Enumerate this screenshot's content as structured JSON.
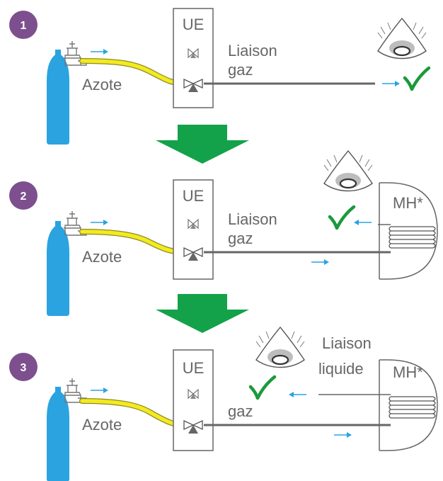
{
  "colors": {
    "badge": "#7d4f8f",
    "cylinder": "#2aa3e0",
    "hose": "#f4ea1e",
    "hose_edge": "#8a8a2a",
    "pipe": "#666666",
    "down_arrow": "#13a24a",
    "check": "#1a9a3c",
    "flow_arrow": "#2aa3e0",
    "text": "#666666"
  },
  "icons": [
    "gas-cylinder-icon",
    "regulator-icon",
    "valve-icon",
    "detector-icon",
    "checkmark-icon",
    "arrow-down-icon",
    "flow-arrow-icon",
    "coil-icon"
  ],
  "steps": [
    {
      "number": "1",
      "unit": "UE",
      "source": "Azote",
      "link1": "Liaison",
      "link2": "gaz"
    },
    {
      "number": "2",
      "unit": "UE",
      "source": "Azote",
      "link1": "Liaison",
      "link2": "gaz",
      "module": "MH*"
    },
    {
      "number": "3",
      "unit": "UE",
      "source": "Azote",
      "liquid1": "Liaison",
      "liquid2": "liquide",
      "gas": "gaz",
      "module": "MH*"
    }
  ]
}
